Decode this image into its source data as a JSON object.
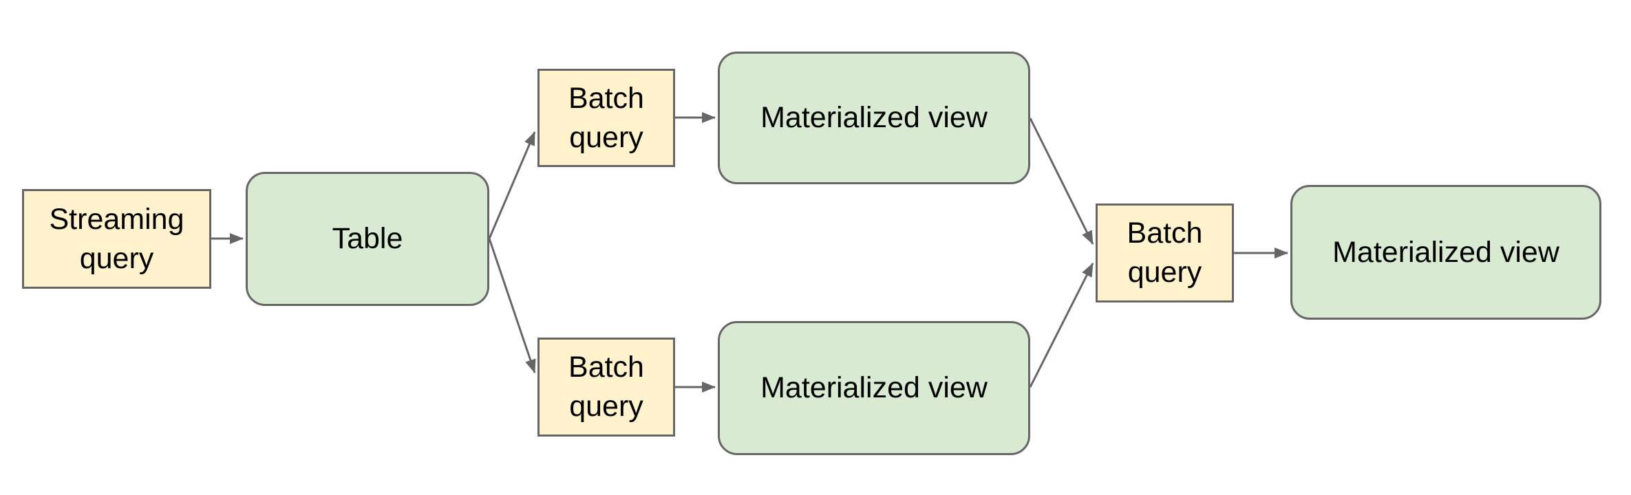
{
  "diagram": {
    "colors": {
      "background": "#ffffff",
      "query_fill": "#fff2cc",
      "table_fill": "#d9ead3",
      "stroke": "#666666",
      "text": "#000000"
    },
    "nodes": {
      "streaming_query": {
        "label": "Streaming query",
        "shape": "rectangle",
        "fill": "query"
      },
      "table": {
        "label": "Table",
        "shape": "rounded-rectangle",
        "fill": "table"
      },
      "batch_query_top": {
        "label": "Batch query",
        "shape": "rectangle",
        "fill": "query"
      },
      "materialized_view_top": {
        "label": "Materialized view",
        "shape": "rounded-rectangle",
        "fill": "table"
      },
      "batch_query_bottom": {
        "label": "Batch query",
        "shape": "rectangle",
        "fill": "query"
      },
      "materialized_view_bottom": {
        "label": "Materialized view",
        "shape": "rounded-rectangle",
        "fill": "table"
      },
      "batch_query_right": {
        "label": "Batch query",
        "shape": "rectangle",
        "fill": "query"
      },
      "materialized_view_right": {
        "label": "Materialized view",
        "shape": "rounded-rectangle",
        "fill": "table"
      }
    },
    "edges": [
      {
        "from": "streaming_query",
        "to": "table"
      },
      {
        "from": "table",
        "to": "batch_query_top"
      },
      {
        "from": "table",
        "to": "batch_query_bottom"
      },
      {
        "from": "batch_query_top",
        "to": "materialized_view_top"
      },
      {
        "from": "batch_query_bottom",
        "to": "materialized_view_bottom"
      },
      {
        "from": "materialized_view_top",
        "to": "batch_query_right"
      },
      {
        "from": "materialized_view_bottom",
        "to": "batch_query_right"
      },
      {
        "from": "batch_query_right",
        "to": "materialized_view_right"
      }
    ]
  }
}
